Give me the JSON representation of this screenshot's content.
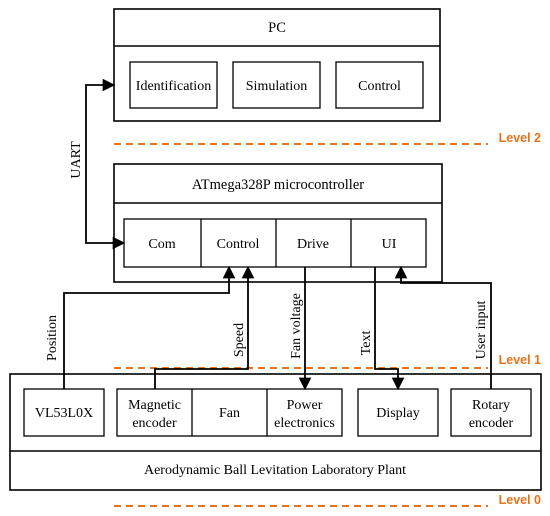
{
  "pc": {
    "title": "PC",
    "modules": [
      "Identification",
      "Simulation",
      "Control"
    ]
  },
  "mcu": {
    "title": "ATmega328P microcontroller",
    "modules": [
      "Com",
      "Control",
      "Drive",
      "UI"
    ]
  },
  "plant": {
    "title": "Aerodynamic Ball Levitation Laboratory Plant",
    "sensor": "VL53L0X",
    "group": {
      "left": [
        "Magnetic",
        "encoder"
      ],
      "mid": "Fan",
      "right": [
        "Power",
        "electronics"
      ]
    },
    "display": "Display",
    "rotary": [
      "Rotary",
      "encoder"
    ]
  },
  "signals": {
    "uart": "UART",
    "position": "Position",
    "speed": "Speed",
    "fan_voltage": "Fan voltage",
    "text": "Text",
    "user_input": "User input"
  },
  "levels": {
    "l2": "Level 2",
    "l1": "Level 1",
    "l0": "Level 0"
  },
  "colors": {
    "level": "#E8731A",
    "stroke": "#000000"
  }
}
